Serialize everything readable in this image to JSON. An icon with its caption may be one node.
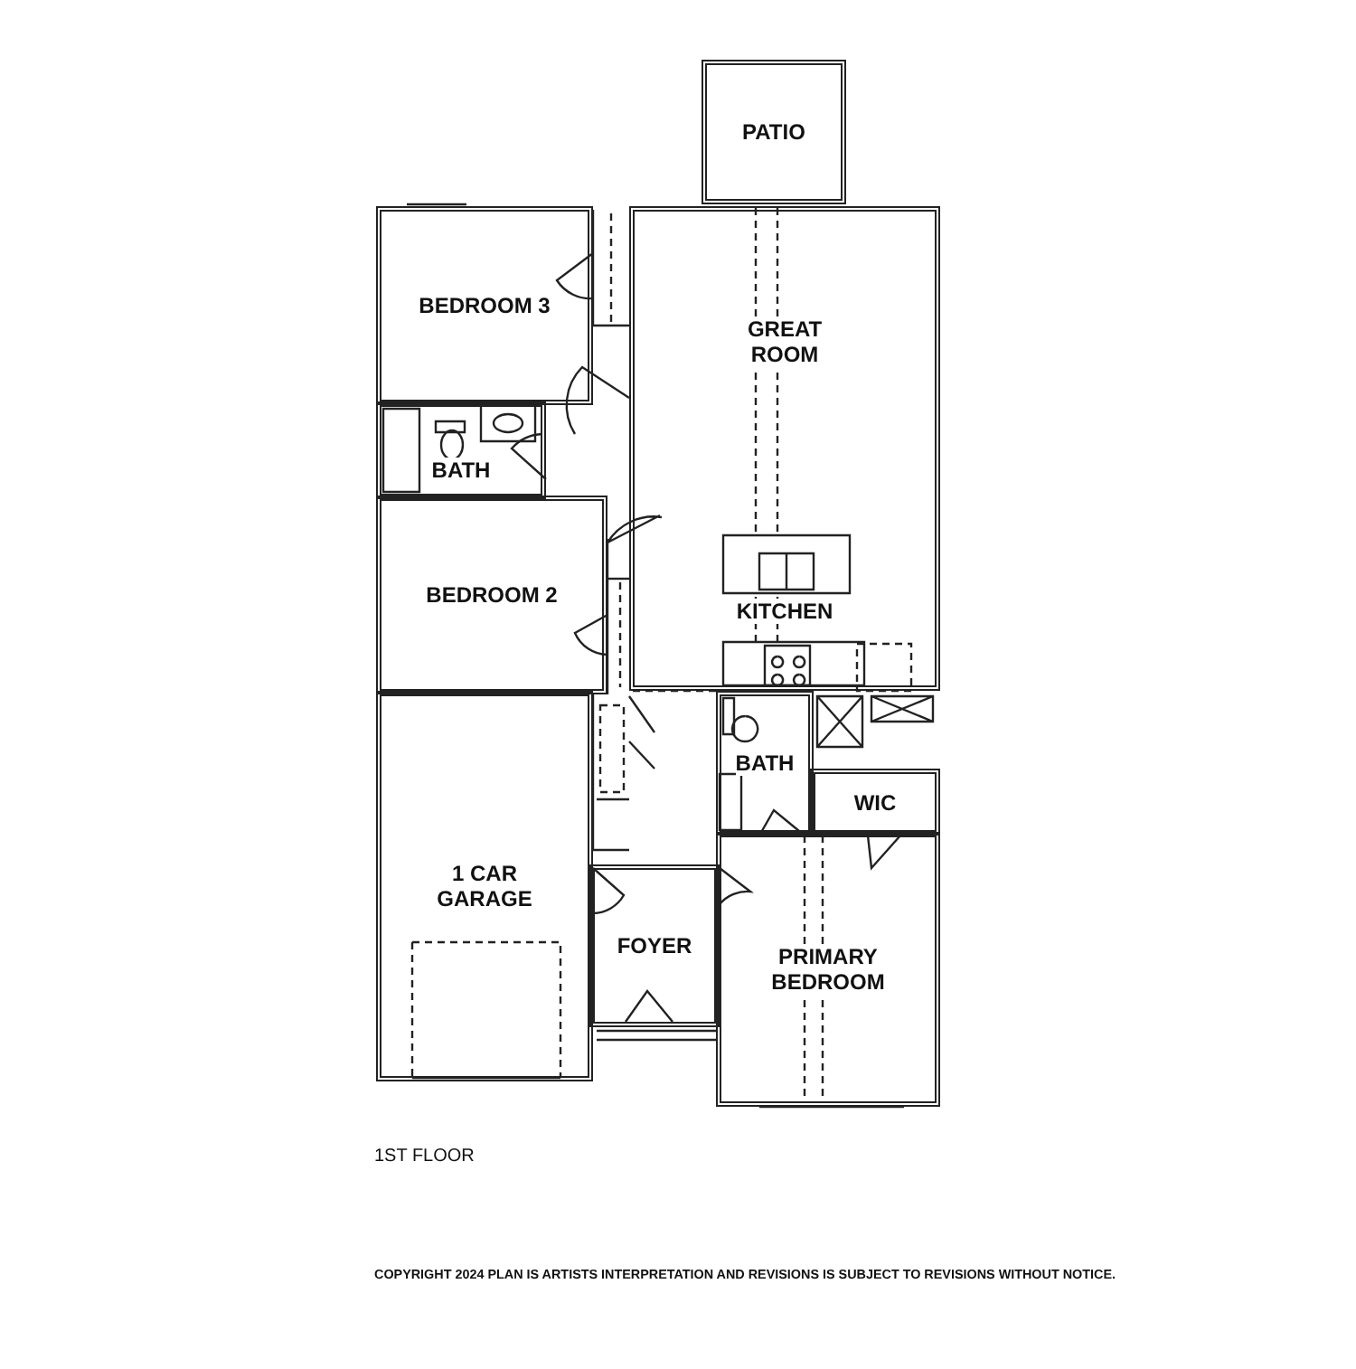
{
  "diagram": {
    "nodes": [
      {
        "text": [
          "PATIO"
        ]
      },
      {
        "text": [
          "BEDROOM 3"
        ]
      },
      {
        "text": [
          "GREAT ROOM"
        ]
      },
      {
        "text": [
          "BATH"
        ]
      },
      {
        "text": [
          "BEDROOM 2"
        ]
      },
      {
        "text": [
          "KITCHEN"
        ]
      },
      {
        "text": [
          "1 CAR GARAGE"
        ]
      },
      {
        "text": [
          "BATH"
        ]
      },
      {
        "text": [
          "WIC"
        ]
      },
      {
        "text": [
          "FOYER"
        ]
      },
      {
        "text": [
          "PRIMARY BEDROOM"
        ]
      }
    ],
    "labels": [
      "1ST FLOOR",
      "COPYRIGHT 2024 PLAN IS ARTISTS INTERPRETATION AND REVISIONS IS SUBJECT TO REVISIONS WITHOUT NOTICE."
    ]
  }
}
